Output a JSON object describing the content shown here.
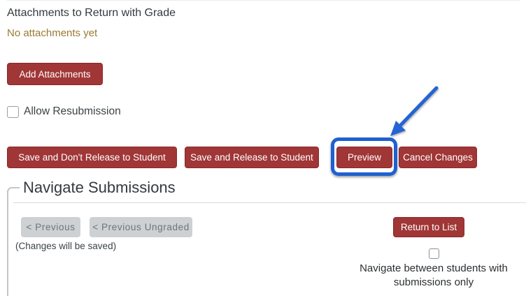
{
  "attachments_section": {
    "title": "Attachments to Return with Grade",
    "status": "No attachments yet",
    "add_button_label": "Add Attachments"
  },
  "resubmission": {
    "label": "Allow Resubmission",
    "checked": false
  },
  "actions": {
    "save_dont_release_label": "Save and Don't Release to Student",
    "save_release_label": "Save and Release to Student",
    "preview_label": "Preview",
    "cancel_label": "Cancel Changes"
  },
  "navigate_section": {
    "title": "Navigate Submissions",
    "previous_label": "< Previous",
    "previous_ungraded_label": "< Previous Ungraded",
    "changes_note": "(Changes will be saved)",
    "return_to_list_label": "Return to List",
    "submissions_only_label": "Navigate between students with submissions only",
    "submissions_only_checked": false
  },
  "annotation": {
    "type": "blue arrow and rounded rectangle highlighting the Preview button",
    "color": "#2060d0"
  },
  "colors": {
    "button_red": "#a03636",
    "button_red_border": "#8b2929",
    "status_gold": "#9a7a35",
    "disabled_bg": "#cdd1d3",
    "disabled_text": "#6e7478",
    "annotation_blue": "#2060d0"
  }
}
